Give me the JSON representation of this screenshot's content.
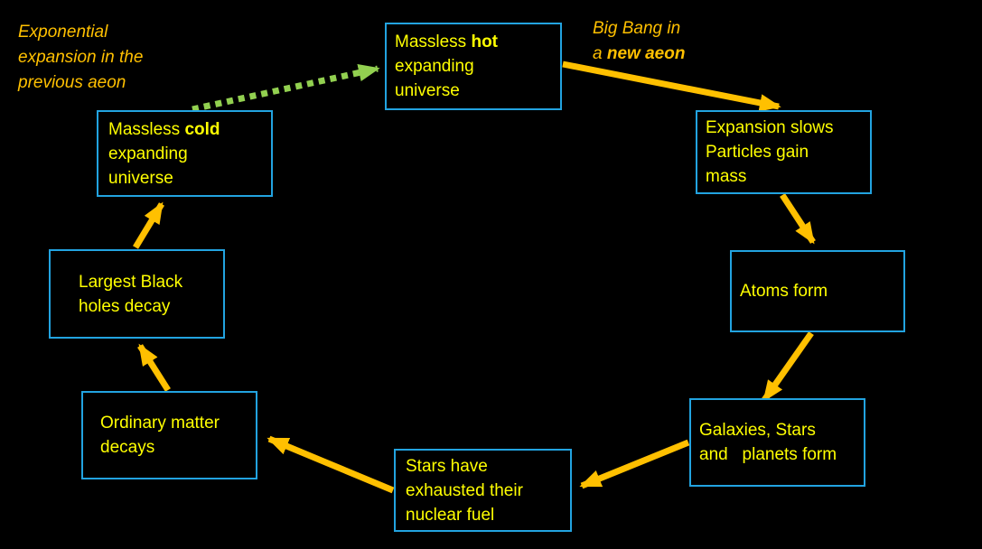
{
  "diagram": {
    "background": "#000000",
    "colors": {
      "box_border": "#22A3E0",
      "box_text": "#FFFF00",
      "arrow": "#FFC000",
      "annotation_text": "#FFC000",
      "dotted_arrow": "#92D050"
    },
    "annotations": {
      "previous_aeon": {
        "line1": "Exponential",
        "line2": "expansion in the",
        "line3": "previous aeon"
      },
      "new_aeon": {
        "line1": "Big Bang in",
        "line2_pre": "a ",
        "line2_bold": "new aeon"
      }
    },
    "nodes": {
      "hot": {
        "line1_pre": "Massless ",
        "line1_bold": "hot",
        "line2": "expanding",
        "line3": "universe"
      },
      "expansion": {
        "line1": "Expansion slows",
        "line2": "Particles gain",
        "line3": "mass"
      },
      "atoms": {
        "line1": "Atoms form"
      },
      "galaxies": {
        "line1": "Galaxies, Stars",
        "line2": "and   planets form"
      },
      "stars": {
        "line1": "Stars have",
        "line2": "exhausted their",
        "line3": "nuclear fuel"
      },
      "ordinary": {
        "line1": "Ordinary matter",
        "line2": "decays"
      },
      "largest": {
        "line1": "Largest Black",
        "line2": "holes decay"
      },
      "cold": {
        "line1_pre": "Massless ",
        "line1_bold": "cold",
        "line2": "expanding",
        "line3": "universe"
      }
    }
  }
}
